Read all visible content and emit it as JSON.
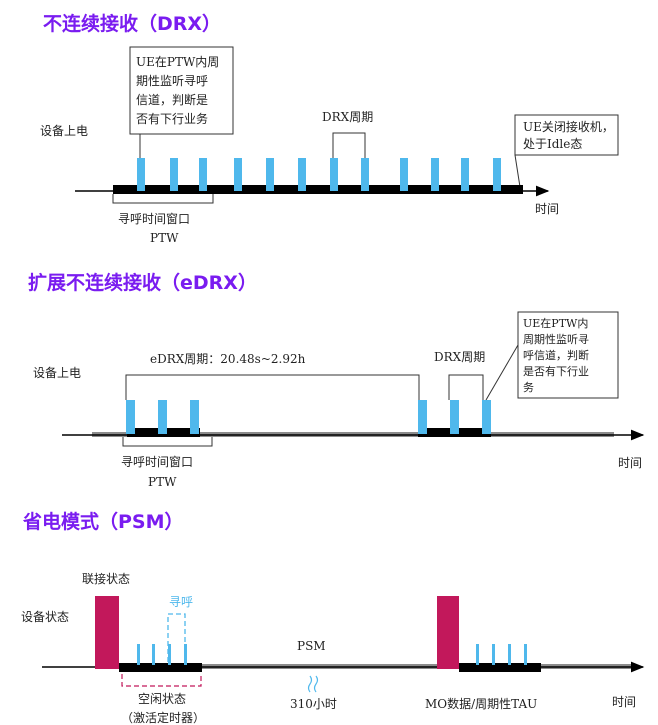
{
  "colors": {
    "title": "#7a1cf0",
    "paging": "#4fb8ec",
    "connected": "#c2185b",
    "bar_active": "#000000",
    "bar_idle": "#8c8c8c",
    "dashed": "#c2185b"
  },
  "drx": {
    "title": "不连续接收（DRX）",
    "power_on": "设备上电",
    "callout_left": [
      "UE在PTW内周",
      "期性监听寻呼",
      "信道，判断是",
      "否有下行业务"
    ],
    "cycle_label": "DRX周期",
    "callout_right": [
      "UE关闭接收机，",
      "处于Idle态"
    ],
    "window_label": "寻呼时间窗口",
    "ptw": "PTW",
    "time": "时间"
  },
  "edrx": {
    "title": "扩展不连续接收（eDRX）",
    "power_on": "设备上电",
    "cycle_label": "eDRX周期：20.48s~2.92h",
    "drx_cycle_label": "DRX周期",
    "callout_right": [
      "UE在PTW内",
      "周期性监听寻",
      "呼信道，判断",
      "是否有下行业",
      "务"
    ],
    "window_label": "寻呼时间窗口",
    "ptw": "PTW",
    "time": "时间"
  },
  "psm": {
    "title": "省电模式（PSM）",
    "connected": "联接状态",
    "device_state": "设备状态",
    "paging": "寻呼",
    "psm_label": "PSM",
    "duration": "310小时",
    "idle_state": "空闲状态",
    "idle_timer": "（激活定时器）",
    "mo_tau": "MO数据/周期性TAU",
    "time": "时间"
  }
}
